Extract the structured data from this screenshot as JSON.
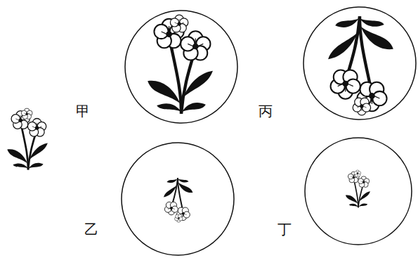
{
  "diagram": {
    "labels": [
      "甲",
      "丙",
      "乙",
      "丁"
    ]
  }
}
